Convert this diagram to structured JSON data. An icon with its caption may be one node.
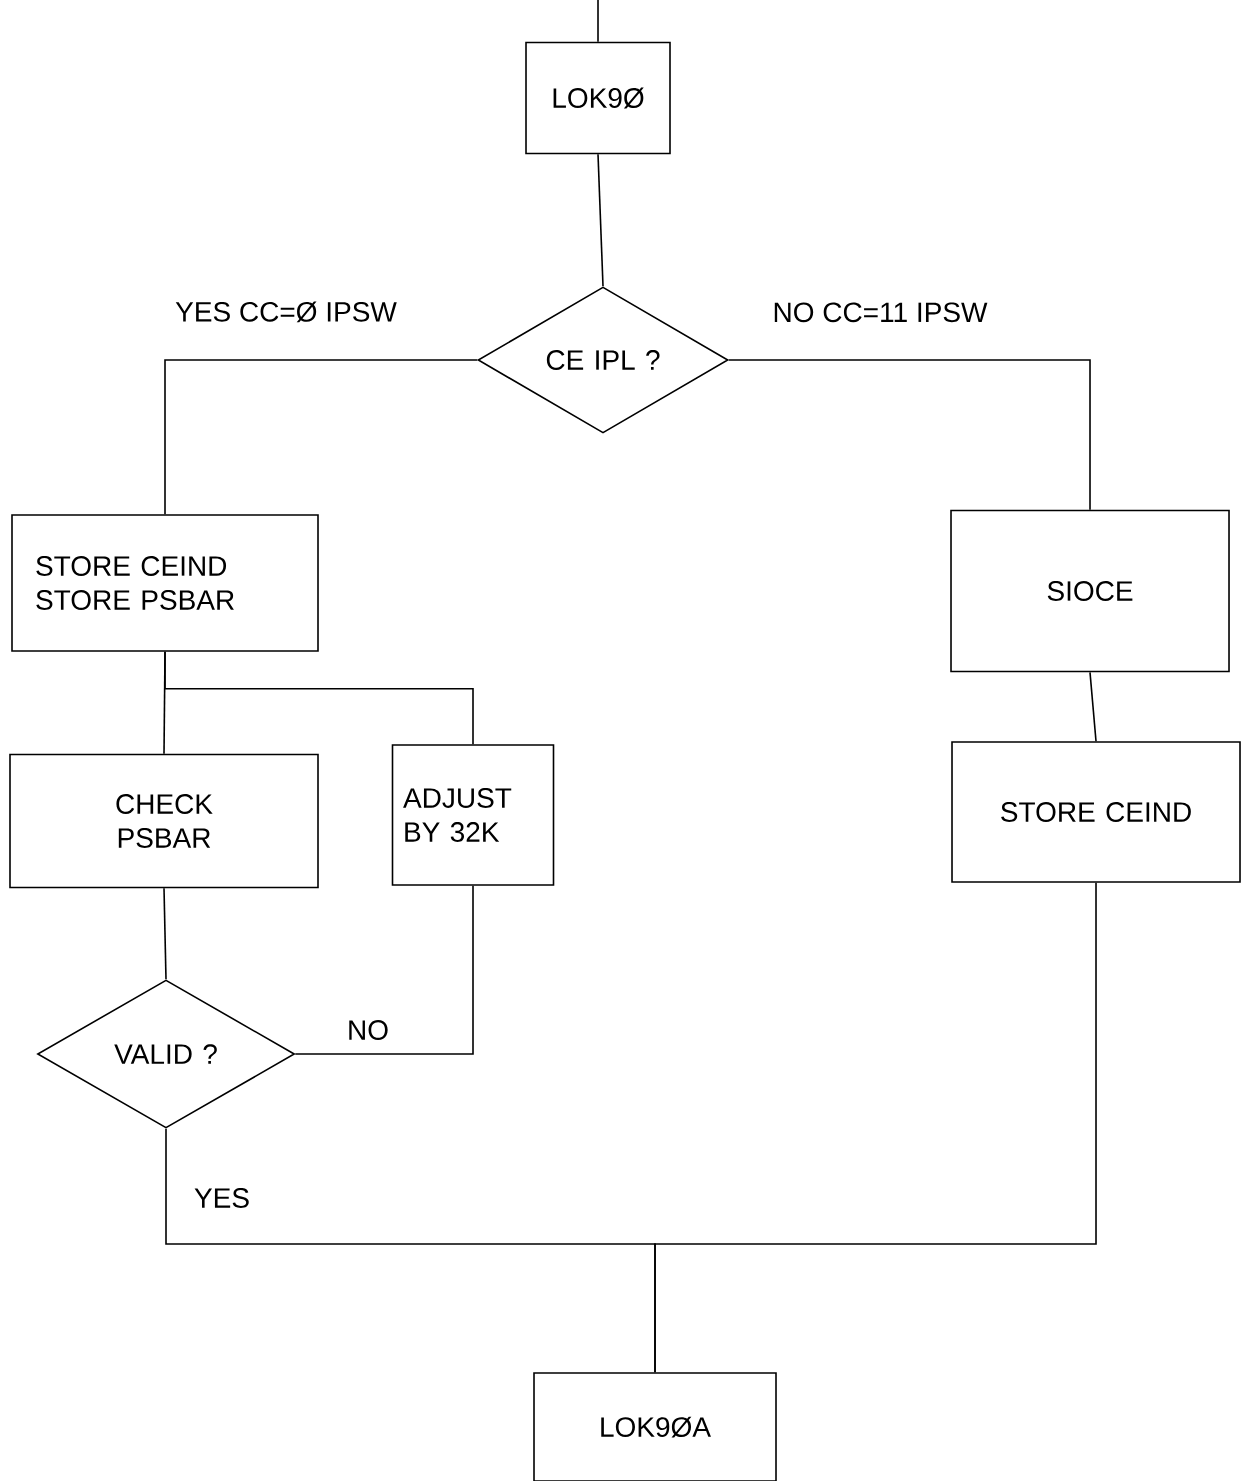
{
  "diagram": {
    "nodes": [
      {
        "text": [
          "LOK9Ø"
        ]
      },
      {
        "text": [
          "CE IPL ?"
        ]
      },
      {
        "text": [
          "STORE CEIND STORE PSBAR"
        ]
      },
      {
        "text": [
          "SIOCE"
        ]
      },
      {
        "text": [
          "CHECK PSBAR"
        ]
      },
      {
        "text": [
          "ADJUST BY 32K"
        ]
      },
      {
        "text": [
          "STORE CEIND"
        ]
      },
      {
        "text": [
          "VALID ?"
        ]
      },
      {
        "text": [
          "LOK9ØA"
        ]
      }
    ],
    "edges": [
      {
        "from": null,
        "to": 0,
        "arrow": "none"
      },
      {
        "from": 0,
        "to": 1,
        "arrow": "none"
      },
      {
        "from": 1,
        "to": 2,
        "arrow": "none",
        "label": "YES CC=Ø IPSW"
      },
      {
        "from": 1,
        "to": 3,
        "arrow": "none",
        "label": "NO CC=11 IPSW"
      },
      {
        "from": 2,
        "to": 4,
        "arrow": "none"
      },
      {
        "from": 2,
        "to": 5,
        "arrow": "none"
      },
      {
        "from": 3,
        "to": 6,
        "arrow": "none"
      },
      {
        "from": 4,
        "to": 7,
        "arrow": "none"
      },
      {
        "from": 7,
        "to": 5,
        "arrow": "none",
        "label": "NO"
      },
      {
        "from": 7,
        "to": 8,
        "arrow": "none",
        "label": "YES"
      },
      {
        "from": 6,
        "to": 8,
        "arrow": "none"
      }
    ]
  }
}
